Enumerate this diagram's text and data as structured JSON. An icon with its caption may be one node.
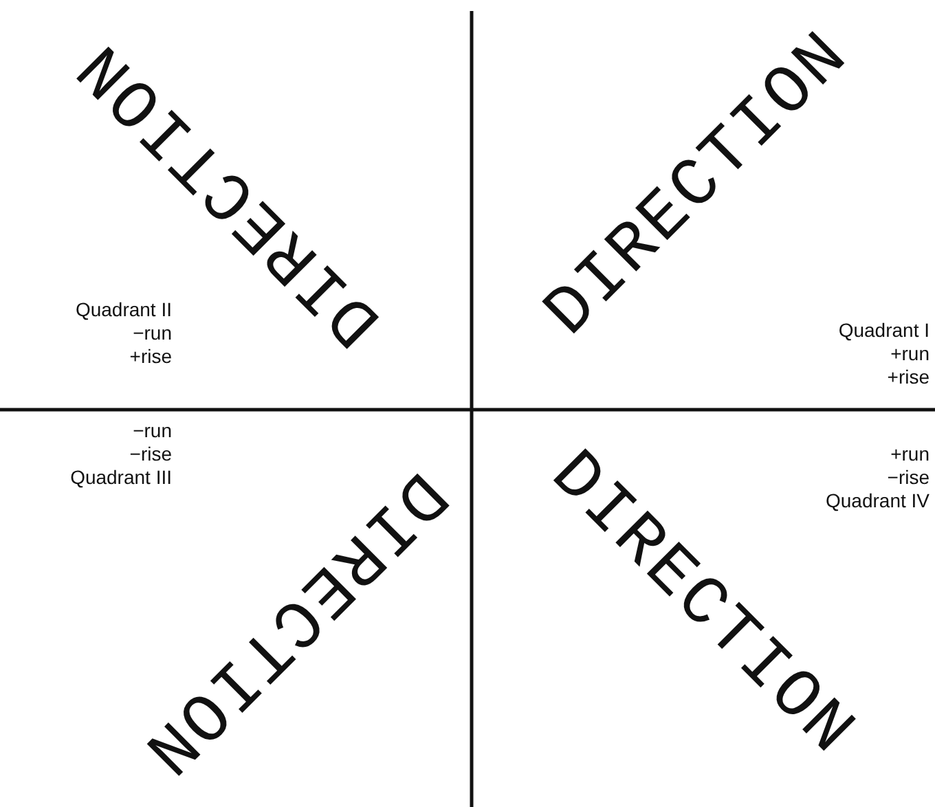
{
  "diagram": {
    "labels": [
      "DIRECTION",
      "DIRECTION",
      "Quadrant II",
      "−run",
      "+rise",
      "Quadrant I",
      "+run",
      "+rise",
      "−run",
      "−rise",
      "Quadrant III",
      "DIRECTION",
      "+run",
      "−rise",
      "Quadrant IV",
      "DIRECTION"
    ]
  }
}
